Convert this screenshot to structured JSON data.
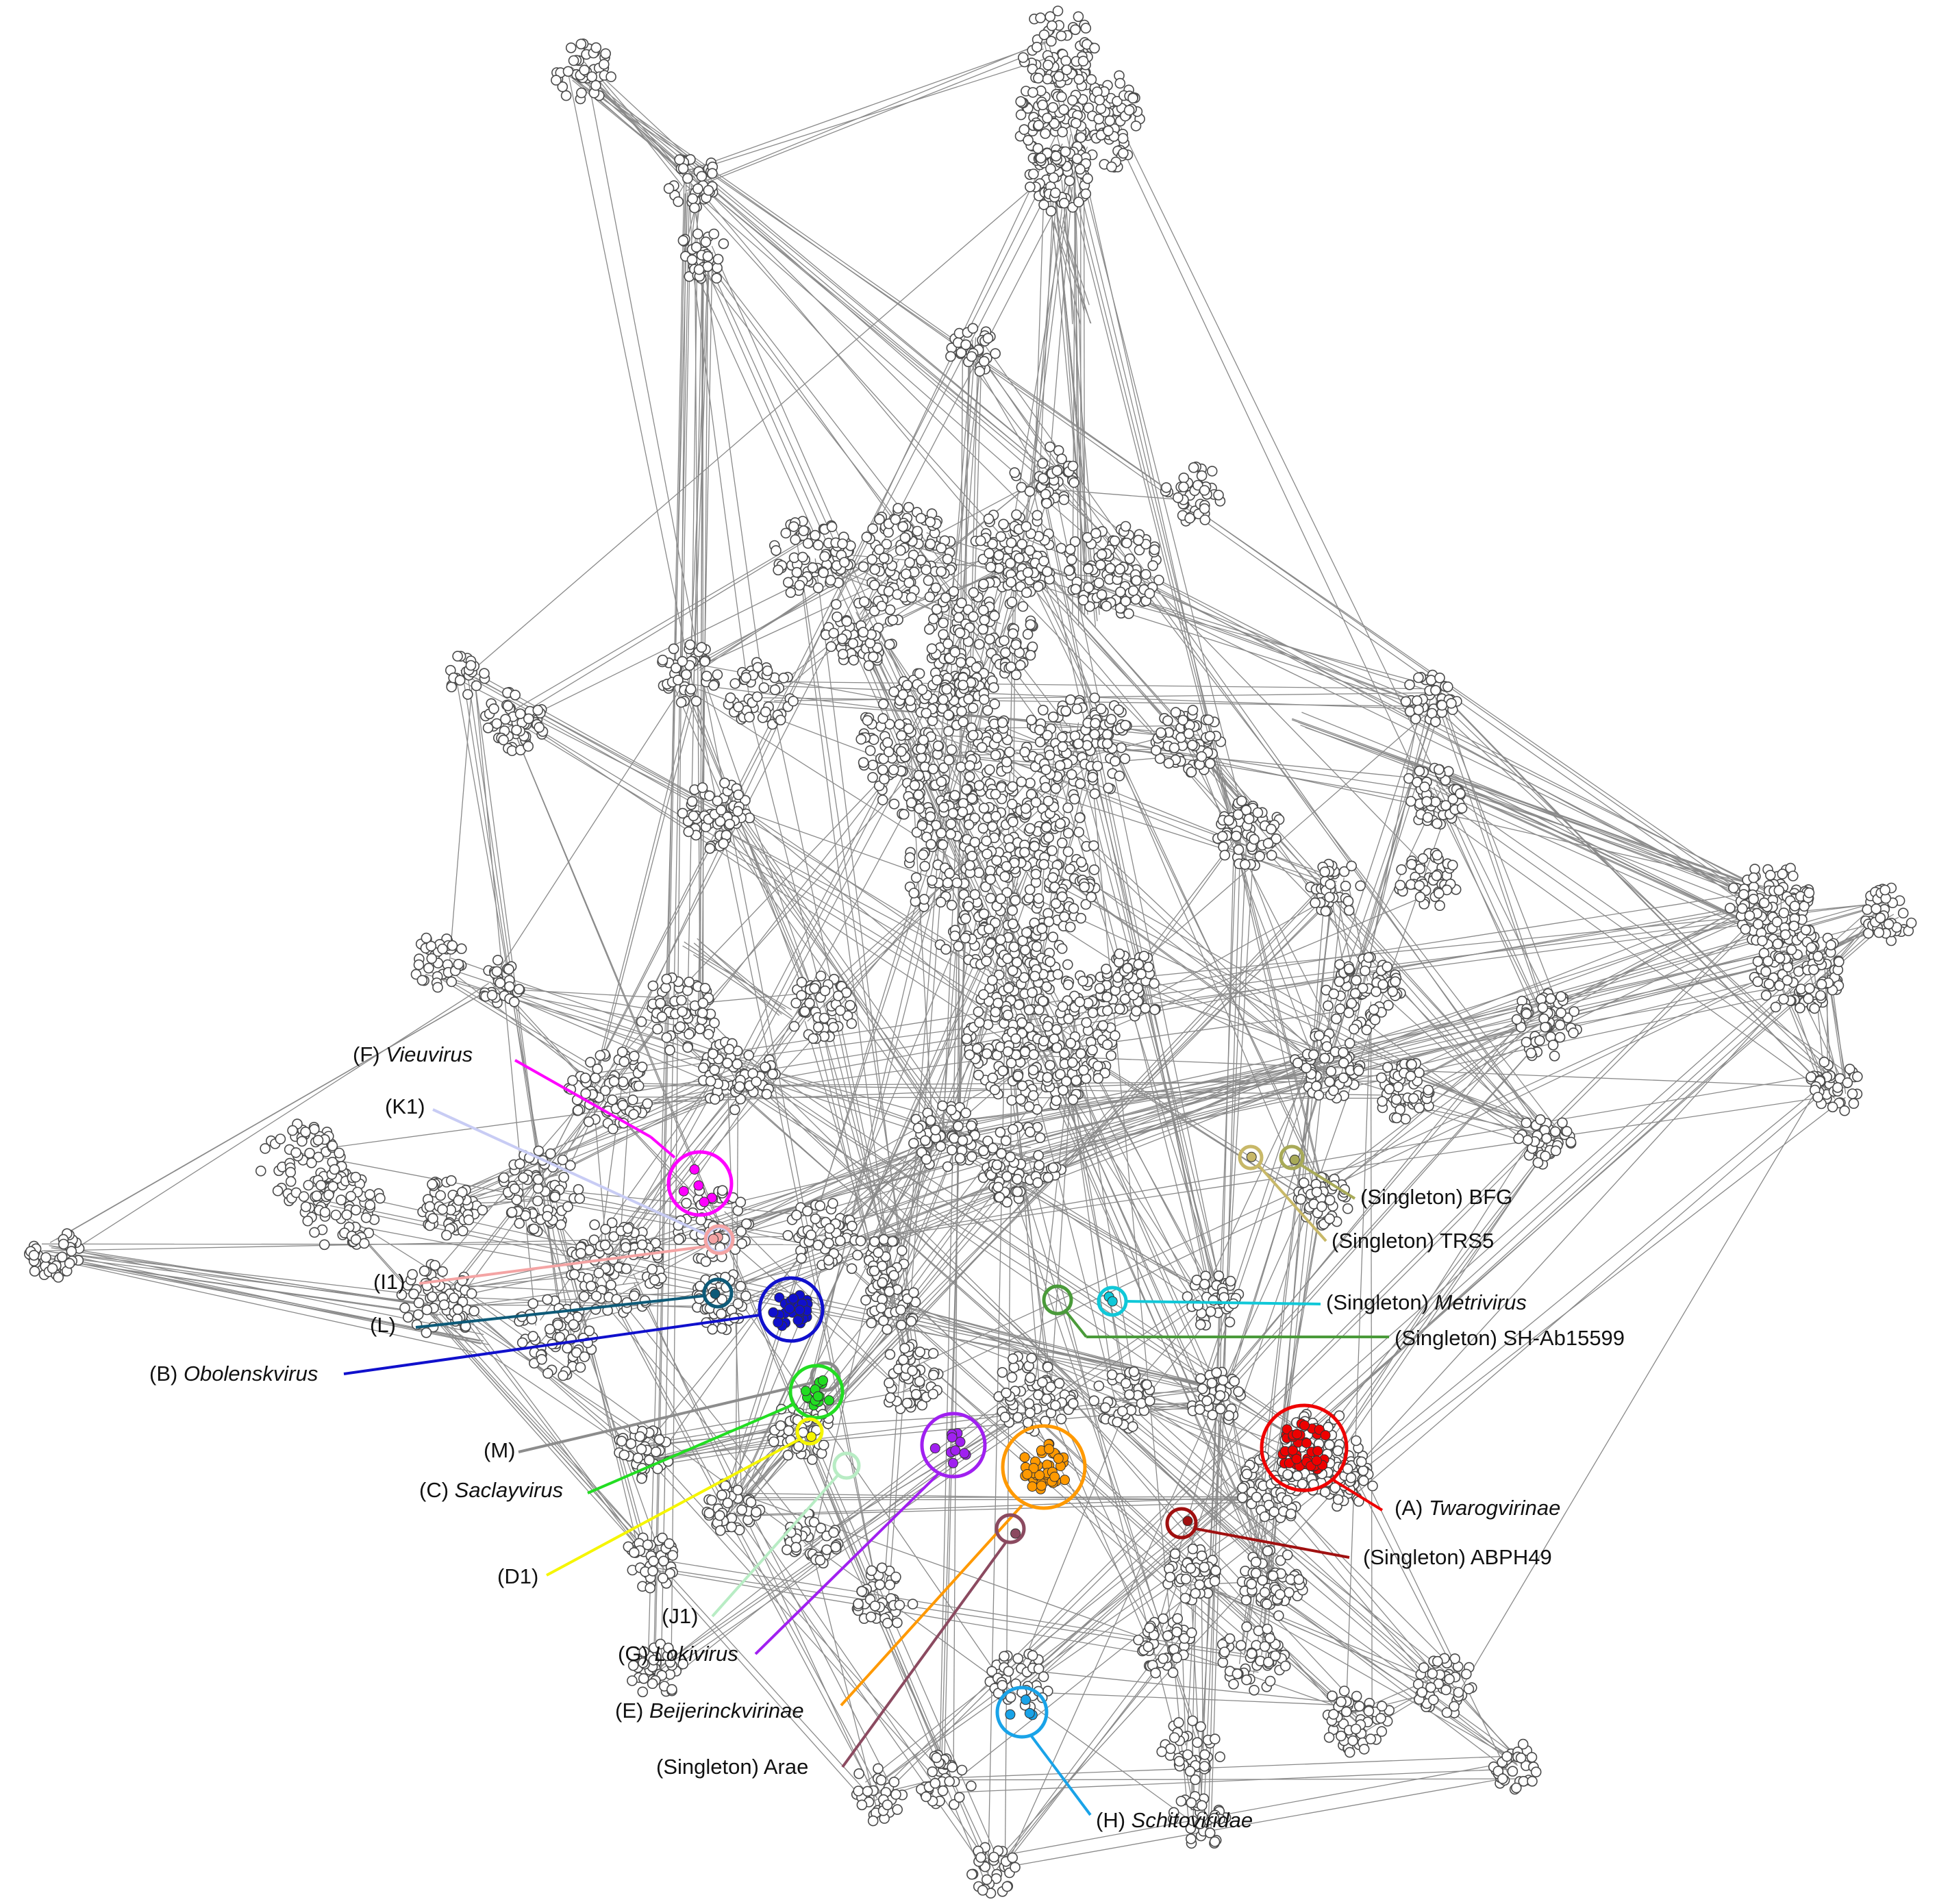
{
  "diagram": {
    "annotations": [
      {
        "id": "F",
        "prefix": "(F) ",
        "name": "Vieuvirus",
        "italic": true,
        "color": "#ff00ff"
      },
      {
        "id": "K1",
        "prefix": "(K1)",
        "name": "",
        "italic": false,
        "color": "#c8ccf4"
      },
      {
        "id": "I1",
        "prefix": "(I1)",
        "name": "",
        "italic": false,
        "color": "#f4a4a4"
      },
      {
        "id": "L",
        "prefix": "(L)",
        "name": "",
        "italic": false,
        "color": "#0d5a78"
      },
      {
        "id": "B",
        "prefix": "(B) ",
        "name": "Obolenskvirus",
        "italic": true,
        "color": "#1010cc"
      },
      {
        "id": "M",
        "prefix": "(M)",
        "name": "",
        "italic": false,
        "color": "#8c8c8c"
      },
      {
        "id": "C",
        "prefix": "(C) ",
        "name": "Saclayvirus",
        "italic": true,
        "color": "#22dd22"
      },
      {
        "id": "D1",
        "prefix": "(D1)",
        "name": "",
        "italic": false,
        "color": "#f5f500"
      },
      {
        "id": "J1",
        "prefix": "(J1)",
        "name": "",
        "italic": false,
        "color": "#b8ecc4"
      },
      {
        "id": "G",
        "prefix": "(G) ",
        "name": "Lokivirus",
        "italic": true,
        "color": "#a020f0"
      },
      {
        "id": "E",
        "prefix": "(E) ",
        "name": "Beijerinckvirinae",
        "italic": true,
        "color": "#ff9900"
      },
      {
        "id": "Arae",
        "prefix": "(Singleton) ",
        "name": "Arae",
        "italic": false,
        "color": "#8b4a60"
      },
      {
        "id": "H",
        "prefix": "(H) ",
        "name": "Schitoviridae",
        "italic": true,
        "color": "#19a3e8"
      },
      {
        "id": "A",
        "prefix": "(A) ",
        "name": "Twarogvirinae",
        "italic": true,
        "color": "#ee0000"
      },
      {
        "id": "ABPH49",
        "prefix": "(Singleton) ",
        "name": "ABPH49",
        "italic": false,
        "color": "#a01010"
      },
      {
        "id": "BFG",
        "prefix": "(Singleton) ",
        "name": "BFG",
        "italic": false,
        "color": "#a8aa58"
      },
      {
        "id": "TRS5",
        "prefix": "(Singleton) ",
        "name": "TRS5",
        "italic": false,
        "color": "#c8b868"
      },
      {
        "id": "Metrivirus",
        "prefix": "(Singleton) ",
        "name": "Metrivirus",
        "italic": true,
        "color": "#10c8d8"
      },
      {
        "id": "SHAb",
        "prefix": "(Singleton) ",
        "name": "SH-Ab15599",
        "italic": false,
        "color": "#4a9a3a"
      }
    ]
  }
}
